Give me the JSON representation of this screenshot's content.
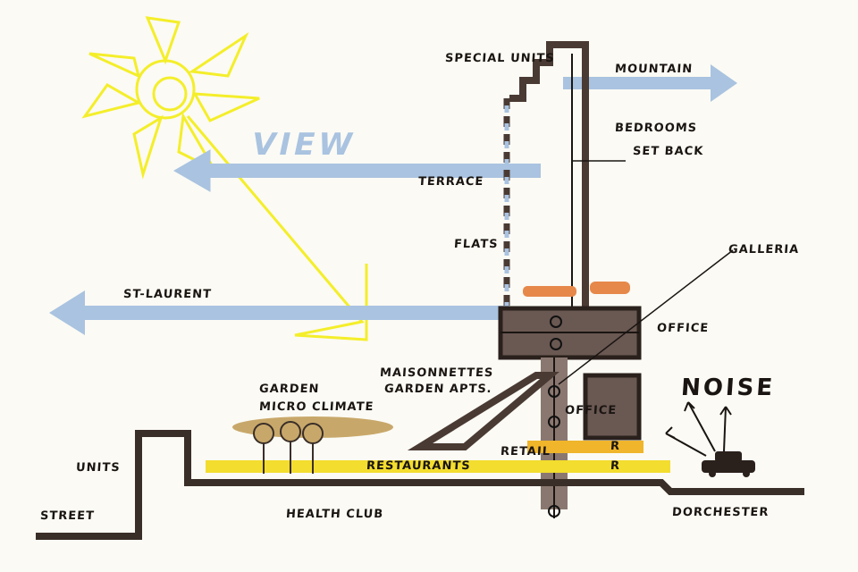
{
  "title": "Mixed-use tower section sketch",
  "labels": {
    "special_units": "SPECIAL UNITS",
    "mountain": "MOUNTAIN",
    "bedrooms": "BEDROOMS",
    "set_back": "SET BACK",
    "view": "VIEW",
    "terrace": "TERRACE",
    "flats": "FLATS",
    "galleria": "GALLERIA",
    "st_laurent": "ST-LAURENT",
    "office_upper": "OFFICE",
    "maisonnettes": "MAISONNETTES",
    "garden_apts": "GARDEN APTS.",
    "garden": "GARDEN",
    "micro_climate": "MICRO CLIMATE",
    "noise": "NOISE",
    "office_lower": "OFFICE",
    "retail": "RETAIL",
    "restaurants": "RESTAURANTS",
    "r1": "R",
    "r2": "R",
    "units": "UNITS",
    "street": "STREET",
    "health_club": "HEALTH CLUB",
    "dorchester": "DORCHESTER"
  },
  "colors": {
    "sun": "#f4ee2a",
    "sky_arrow": "#a9c3e0",
    "structure": "#4a3a34",
    "retail": "#f0b52a",
    "restaurant": "#f3dd2e",
    "garden": "#c8a86a"
  }
}
